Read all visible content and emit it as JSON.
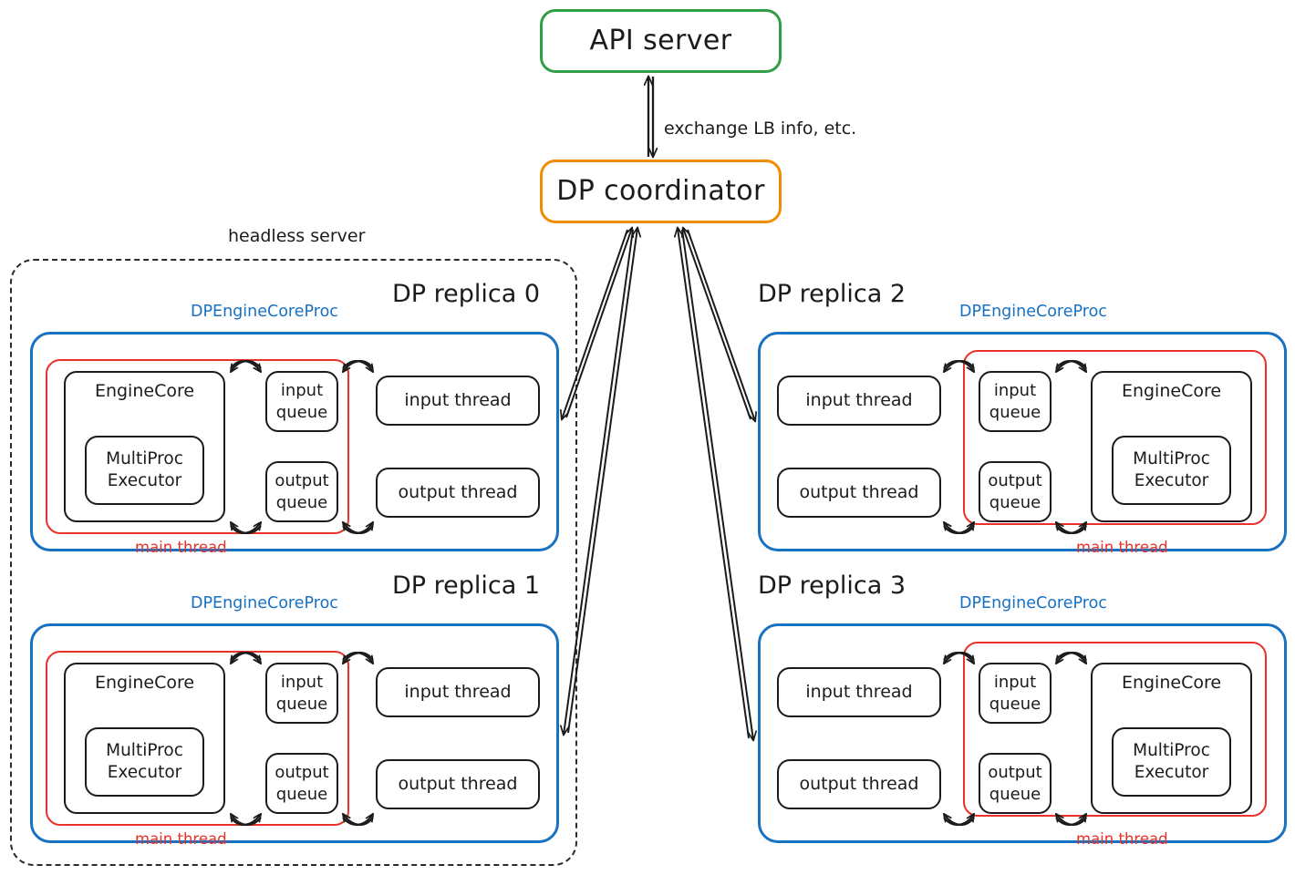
{
  "diagram": {
    "title_nodes": {
      "api_server": "API server",
      "dp_coordinator": "DP coordinator"
    },
    "edge_labels": {
      "coordinator_link": "exchange LB info, etc."
    },
    "boundary": {
      "headless_server": "headless server"
    },
    "colors": {
      "green": "#2f9e44",
      "orange": "#f08c00",
      "blue": "#1971c2",
      "red": "#e8312a",
      "black": "#1b1b1b"
    },
    "common_labels": {
      "proc": "DPEngineCoreProc",
      "main_thread": "main thread",
      "engine_core": "EngineCore",
      "multiproc_executor": "MultiProc\nExecutor",
      "multiproc_executor_line1": "MultiProc",
      "multiproc_executor_line2": "Executor",
      "input_queue_line1": "input",
      "input_queue_line2": "queue",
      "output_queue_line1": "output",
      "output_queue_line2": "queue",
      "input_thread": "input thread",
      "output_thread": "output thread"
    },
    "replicas": [
      {
        "id": 0,
        "title": "DP replica 0",
        "orientation": "left",
        "inside_headless_server": true,
        "proc_label": "DPEngineCoreProc",
        "main_thread_label": "main thread",
        "nodes": {
          "engine_core": "EngineCore",
          "multiproc_executor_line1": "MultiProc",
          "multiproc_executor_line2": "Executor",
          "input_queue_line1": "input",
          "input_queue_line2": "queue",
          "output_queue_line1": "output",
          "output_queue_line2": "queue",
          "input_thread": "input thread",
          "output_thread": "output thread"
        }
      },
      {
        "id": 1,
        "title": "DP replica 1",
        "orientation": "left",
        "inside_headless_server": true,
        "proc_label": "DPEngineCoreProc",
        "main_thread_label": "main thread",
        "nodes": {
          "engine_core": "EngineCore",
          "multiproc_executor_line1": "MultiProc",
          "multiproc_executor_line2": "Executor",
          "input_queue_line1": "input",
          "input_queue_line2": "queue",
          "output_queue_line1": "output",
          "output_queue_line2": "queue",
          "input_thread": "input thread",
          "output_thread": "output thread"
        }
      },
      {
        "id": 2,
        "title": "DP replica 2",
        "orientation": "right",
        "inside_headless_server": false,
        "proc_label": "DPEngineCoreProc",
        "main_thread_label": "main thread",
        "nodes": {
          "engine_core": "EngineCore",
          "multiproc_executor_line1": "MultiProc",
          "multiproc_executor_line2": "Executor",
          "input_queue_line1": "input",
          "input_queue_line2": "queue",
          "output_queue_line1": "output",
          "output_queue_line2": "queue",
          "input_thread": "input thread",
          "output_thread": "output thread"
        }
      },
      {
        "id": 3,
        "title": "DP replica 3",
        "orientation": "right",
        "inside_headless_server": false,
        "proc_label": "DPEngineCoreProc",
        "main_thread_label": "main thread",
        "nodes": {
          "engine_core": "EngineCore",
          "multiproc_executor_line1": "MultiProc",
          "multiproc_executor_line2": "Executor",
          "input_queue_line1": "input",
          "input_queue_line2": "queue",
          "output_queue_line1": "output",
          "output_queue_line2": "queue",
          "input_thread": "input thread",
          "output_thread": "output thread"
        }
      }
    ]
  }
}
